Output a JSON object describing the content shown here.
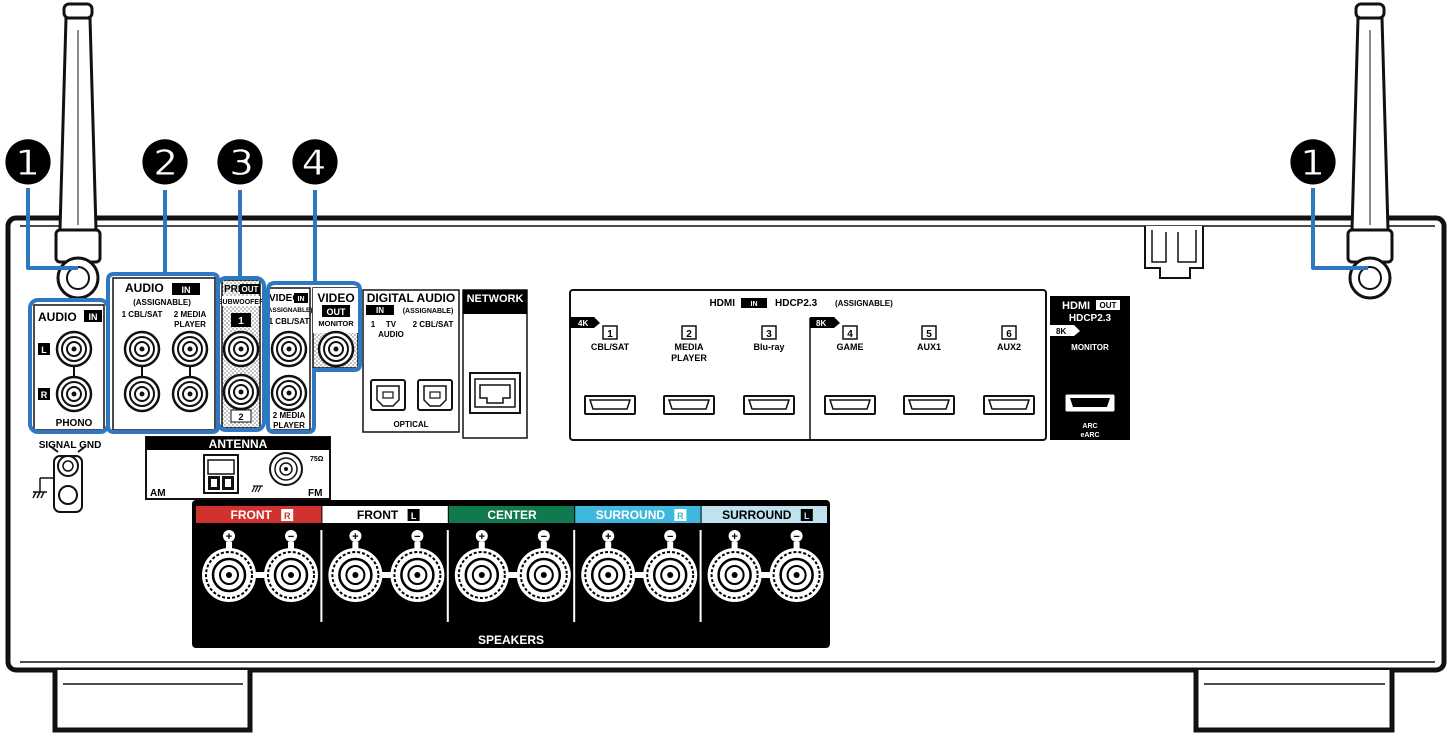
{
  "callouts": {
    "one": "❶",
    "two": "❷",
    "three": "❸",
    "four": "❹"
  },
  "colors": {
    "callout_blue": "#2f78bf",
    "front_r": "#d1322e",
    "front_l": "#ffffff",
    "center": "#0f7a4e",
    "surround_r": "#3eb8dc",
    "surround_l": "#bfe2ee",
    "panel_black": "#000000"
  },
  "audio_in_phono": {
    "title": "AUDIO",
    "badge": "IN",
    "left": "L",
    "right": "R",
    "label": "PHONO"
  },
  "signal_gnd": "SIGNAL GND",
  "audio_in_assignable": {
    "title": "AUDIO",
    "badge": "IN",
    "sub": "(ASSIGNABLE)",
    "ch1": "1 CBL/SAT",
    "ch2a": "2 MEDIA",
    "ch2b": "PLAYER"
  },
  "pre_out": {
    "title": "PRE",
    "badge": "OUT",
    "sub": "SUBWOOFER",
    "n1": "1",
    "n2": "2"
  },
  "video_in": {
    "title": "VIDEO",
    "badge": "IN",
    "sub": "(ASSIGNABLE)",
    "ch1": "1 CBL/SAT",
    "ch2a": "2 MEDIA",
    "ch2b": "PLAYER"
  },
  "video_out": {
    "title": "VIDEO",
    "badge": "OUT",
    "sub": "MONITOR"
  },
  "antenna": {
    "title": "ANTENNA",
    "am": "AM",
    "fm": "FM",
    "ohm": "75Ω"
  },
  "digital_audio": {
    "title": "DIGITAL AUDIO",
    "badge": "IN",
    "sub": "(ASSIGNABLE)",
    "ch1a": "1",
    "ch1b": "TV",
    "ch1c": "AUDIO",
    "ch2": "2 CBL/SAT",
    "label": "OPTICAL"
  },
  "network": "NETWORK",
  "hdmi_in": {
    "title": "HDMI",
    "badge": "IN",
    "hdcp": "HDCP2.3",
    "sub": "(ASSIGNABLE)",
    "group_4k": "4K",
    "group_8k": "8K",
    "ports": [
      {
        "num": "1",
        "line1": "CBL/SAT",
        "line2": ""
      },
      {
        "num": "2",
        "line1": "MEDIA",
        "line2": "PLAYER"
      },
      {
        "num": "3",
        "line1": "Blu-ray",
        "line2": ""
      },
      {
        "num": "4",
        "line1": "GAME",
        "line2": ""
      },
      {
        "num": "5",
        "line1": "AUX1",
        "line2": ""
      },
      {
        "num": "6",
        "line1": "AUX2",
        "line2": ""
      }
    ]
  },
  "hdmi_out": {
    "title": "HDMI",
    "badge": "OUT",
    "hdcp": "HDCP2.3",
    "group": "8K",
    "label": "MONITOR",
    "arc": "ARC",
    "earc": "eARC"
  },
  "speakers": {
    "label": "SPEAKERS",
    "plus": "+",
    "minus": "−",
    "channels": [
      {
        "name": "FRONT",
        "badge": "R"
      },
      {
        "name": "FRONT",
        "badge": "L"
      },
      {
        "name": "CENTER",
        "badge": ""
      },
      {
        "name": "SURROUND",
        "badge": "R"
      },
      {
        "name": "SURROUND",
        "badge": "L"
      }
    ]
  }
}
